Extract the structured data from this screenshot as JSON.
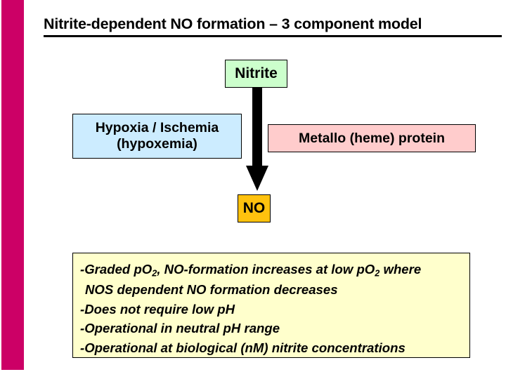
{
  "slide": {
    "title": "Nitrite-dependent NO formation – 3 component model",
    "accent_color": "#CC0066",
    "background_color": "#FFFFFF"
  },
  "diagram": {
    "nodes": [
      {
        "id": "nitrite",
        "label": "Nitrite",
        "fill": "#CCFFCC",
        "border": "#000000"
      },
      {
        "id": "hypoxia",
        "label_line1": "Hypoxia / Ischemia",
        "label_line2": "(hypoxemia)",
        "fill": "#CCECFF",
        "border": "#000000"
      },
      {
        "id": "metallo",
        "label": "Metallo (heme) protein",
        "fill": "#FFCCCC",
        "border": "#000000"
      },
      {
        "id": "no",
        "label": "NO",
        "fill": "#FFC20E",
        "border": "#000000"
      }
    ],
    "arrow": {
      "from": "nitrite",
      "to": "no",
      "direction": "down",
      "color": "#000000"
    }
  },
  "notes": {
    "fill": "#FFFFCC",
    "border": "#000000",
    "lines": [
      {
        "prefix": "-Graded pO",
        "sub": "2",
        "mid": ", NO-formation increases at low pO",
        "sub2": "2",
        "suffix": " where"
      },
      {
        "text": "NOS dependent NO formation decreases"
      },
      {
        "text": "-Does not require low pH"
      },
      {
        "text": "-Operational in neutral pH range"
      },
      {
        "text": "-Operational at biological (nM) nitrite concentrations"
      }
    ]
  }
}
